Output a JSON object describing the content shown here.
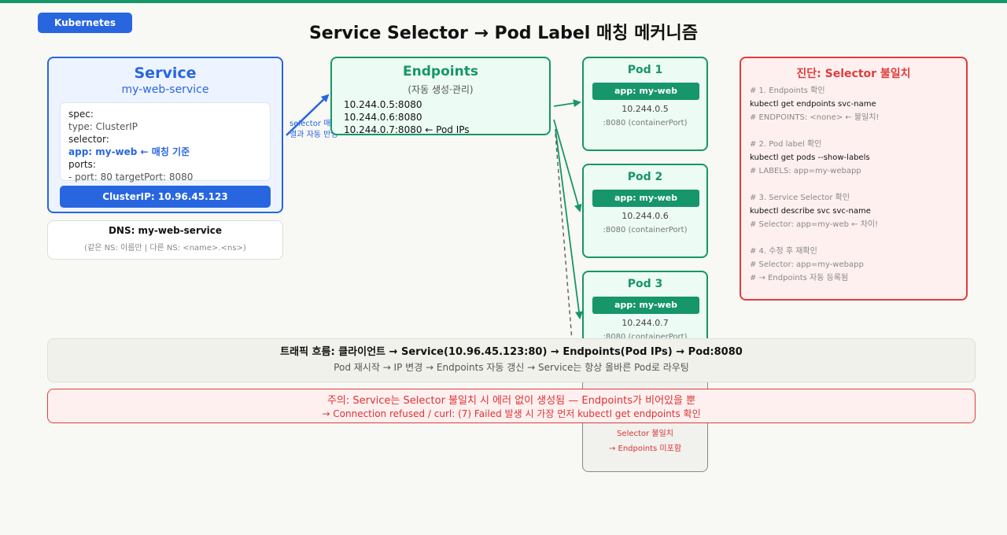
{
  "tag": "Kubernetes",
  "title": "Service Selector → Pod Label 매칭 메커니즘",
  "service": {
    "title": "Service",
    "name": "my-web-service",
    "spec": {
      "l1": "spec:",
      "l2": "type: ClusterIP",
      "l3": "selector:",
      "l4": "app: my-web ← 매칭 기준",
      "l5": "ports:",
      "l6": "- port: 80 targetPort: 8080"
    },
    "cluster_ip": "ClusterIP: 10.96.45.123"
  },
  "dns": {
    "title": "DNS: my-web-service",
    "note": "(같은 NS: 이름만 | 다른 NS: <name>.<ns>)"
  },
  "arrow_annotation": {
    "line1": "selector 매칭",
    "line2": "결과 자동 반영"
  },
  "endpoints": {
    "title": "Endpoints",
    "subtitle": "(자동 생성·관리)",
    "ips": [
      "10.244.0.5:8080",
      "10.244.0.6:8080",
      "10.244.0.7:8080 ← Pod IPs"
    ]
  },
  "pods": [
    {
      "title": "Pod 1",
      "label": "app: my-web",
      "ip": "10.244.0.5",
      "port": ":8080 (containerPort)"
    },
    {
      "title": "Pod 2",
      "label": "app: my-web",
      "ip": "10.244.0.6",
      "port": ":8080 (containerPort)"
    },
    {
      "title": "Pod 3",
      "label": "app: my-web",
      "ip": "10.244.0.7",
      "port": ":8080 (containerPort)"
    }
  ],
  "pod4": {
    "note1": "Selector 불일치",
    "note2": "→ Endpoints 미포함"
  },
  "diagnosis": {
    "title": "진단: Selector 불일치",
    "lines": [
      {
        "kind": "c",
        "text": "# 1. Endpoints 확인"
      },
      {
        "kind": "m",
        "text": "kubectl get endpoints svc-name"
      },
      {
        "kind": "c",
        "text": "# ENDPOINTS: <none> ← 불일치!"
      },
      {
        "kind": "blank",
        "text": ""
      },
      {
        "kind": "c",
        "text": "# 2. Pod label 확인"
      },
      {
        "kind": "m",
        "text": "kubectl get pods --show-labels"
      },
      {
        "kind": "c",
        "text": "# LABELS: app=my-webapp"
      },
      {
        "kind": "blank",
        "text": ""
      },
      {
        "kind": "c",
        "text": "# 3. Service Selector 확인"
      },
      {
        "kind": "m",
        "text": "kubectl describe svc svc-name"
      },
      {
        "kind": "c",
        "text": "# Selector: app=my-web ← 차이!"
      },
      {
        "kind": "blank",
        "text": ""
      },
      {
        "kind": "c",
        "text": "# 4. 수정 후 재확인"
      },
      {
        "kind": "c",
        "text": "# Selector: app=my-webapp"
      },
      {
        "kind": "c",
        "text": "# → Endpoints 자동 등록됨"
      }
    ]
  },
  "traffic": {
    "line1": "트래픽 흐름: 클라이언트 → Service(10.96.45.123:80) → Endpoints(Pod IPs) → Pod:8080",
    "line2": "Pod 재시작 → IP 변경 → Endpoints 자동 갱신 → Service는 항상 올바른 Pod로 라우팅"
  },
  "warning": {
    "line1": "주의: Service는 Selector 불일치 시 에러 없이 생성됨 — Endpoints가 비어있을 뿐",
    "line2": "→ Connection refused / curl: (7) Failed 발생 시 가장 먼저 kubectl get endpoints 확인"
  },
  "colors": {
    "blue": "#2866e0",
    "green": "#16966a",
    "red": "#e03c3c",
    "gray": "#888888"
  }
}
